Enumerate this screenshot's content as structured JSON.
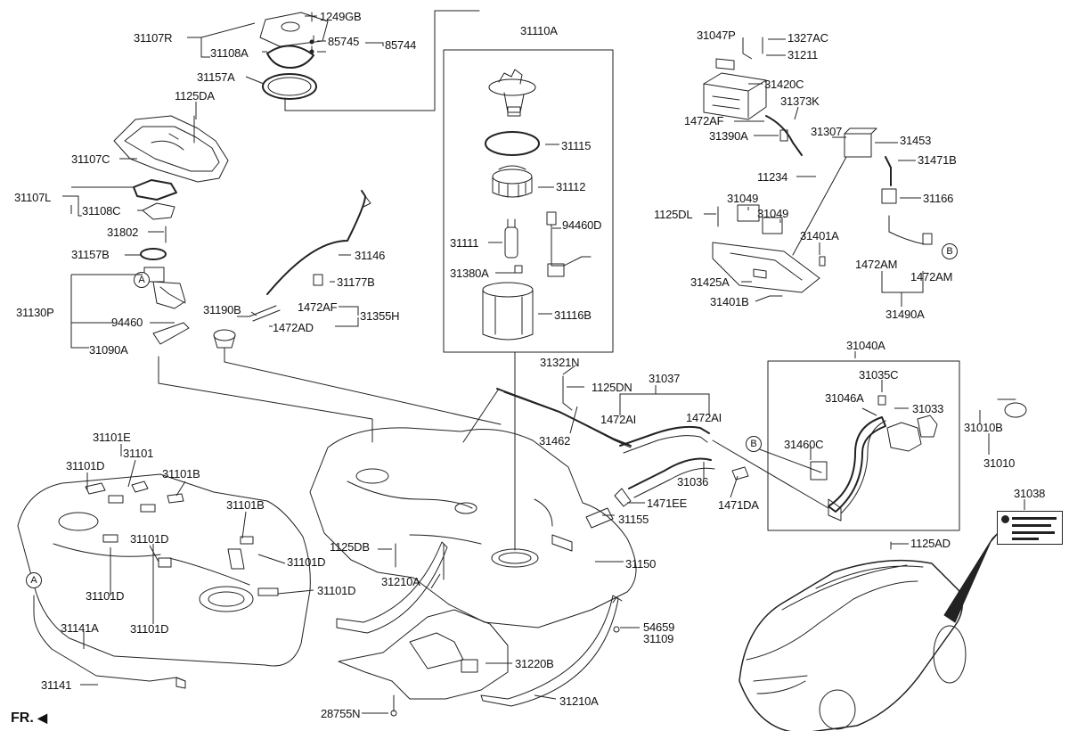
{
  "labels": [
    {
      "id": "1249GB",
      "text": "1249GB"
    },
    {
      "id": "31107R",
      "text": "31107R"
    },
    {
      "id": "31108A_top",
      "text": "31108A"
    },
    {
      "id": "85745",
      "text": "85745"
    },
    {
      "id": "85744",
      "text": "85744"
    },
    {
      "id": "31157A",
      "text": "31157A"
    },
    {
      "id": "1125DA",
      "text": "1125DA"
    },
    {
      "id": "31107C",
      "text": "31107C"
    },
    {
      "id": "31107L",
      "text": "31107L"
    },
    {
      "id": "31108C",
      "text": "31108C"
    },
    {
      "id": "31802",
      "text": "31802"
    },
    {
      "id": "31157B",
      "text": "31157B"
    },
    {
      "id": "31130P",
      "text": "31130P"
    },
    {
      "id": "94460",
      "text": "94460"
    },
    {
      "id": "31090A",
      "text": "31090A"
    },
    {
      "id": "31146",
      "text": "31146"
    },
    {
      "id": "31177B",
      "text": "31177B"
    },
    {
      "id": "31190B",
      "text": "31190B"
    },
    {
      "id": "1472AF_mid",
      "text": "1472AF"
    },
    {
      "id": "31355H",
      "text": "31355H"
    },
    {
      "id": "1472AD",
      "text": "1472AD"
    },
    {
      "id": "31110A",
      "text": "31110A"
    },
    {
      "id": "31115",
      "text": "31115"
    },
    {
      "id": "31112",
      "text": "31112"
    },
    {
      "id": "94460D",
      "text": "94460D"
    },
    {
      "id": "31111",
      "text": "31111"
    },
    {
      "id": "31380A",
      "text": "31380A"
    },
    {
      "id": "31116B",
      "text": "31116B"
    },
    {
      "id": "31047P",
      "text": "31047P"
    },
    {
      "id": "1327AC",
      "text": "1327AC"
    },
    {
      "id": "31211",
      "text": "31211"
    },
    {
      "id": "31420C",
      "text": "31420C"
    },
    {
      "id": "31373K",
      "text": "31373K"
    },
    {
      "id": "1472AF_right",
      "text": "1472AF"
    },
    {
      "id": "31390A",
      "text": "31390A"
    },
    {
      "id": "31307",
      "text": "31307"
    },
    {
      "id": "31453",
      "text": "31453"
    },
    {
      "id": "31471B",
      "text": "31471B"
    },
    {
      "id": "11234",
      "text": "11234"
    },
    {
      "id": "31166",
      "text": "31166"
    },
    {
      "id": "1125DL",
      "text": "1125DL"
    },
    {
      "id": "31049_a",
      "text": "31049"
    },
    {
      "id": "31049_b",
      "text": "31049"
    },
    {
      "id": "31401A",
      "text": "31401A"
    },
    {
      "id": "1472AM_a",
      "text": "1472AM"
    },
    {
      "id": "1472AM_b",
      "text": "1472AM"
    },
    {
      "id": "31425A",
      "text": "31425A"
    },
    {
      "id": "31401B",
      "text": "31401B"
    },
    {
      "id": "31490A",
      "text": "31490A"
    },
    {
      "id": "31040A",
      "text": "31040A"
    },
    {
      "id": "31035C",
      "text": "31035C"
    },
    {
      "id": "31046A",
      "text": "31046A"
    },
    {
      "id": "31033",
      "text": "31033"
    },
    {
      "id": "31460C",
      "text": "31460C"
    },
    {
      "id": "1125AD",
      "text": "1125AD"
    },
    {
      "id": "31010B",
      "text": "31010B"
    },
    {
      "id": "31010",
      "text": "31010"
    },
    {
      "id": "31038",
      "text": "31038"
    },
    {
      "id": "31321N",
      "text": "31321N"
    },
    {
      "id": "1125DN",
      "text": "1125DN"
    },
    {
      "id": "31037",
      "text": "31037"
    },
    {
      "id": "1472AI_a",
      "text": "1472AI"
    },
    {
      "id": "1472AI_b",
      "text": "1472AI"
    },
    {
      "id": "31462",
      "text": "31462"
    },
    {
      "id": "31036",
      "text": "31036"
    },
    {
      "id": "1471EE",
      "text": "1471EE"
    },
    {
      "id": "1471DA",
      "text": "1471DA"
    },
    {
      "id": "31155",
      "text": "31155"
    },
    {
      "id": "31150",
      "text": "31150"
    },
    {
      "id": "1125DB",
      "text": "1125DB"
    },
    {
      "id": "31210A_top",
      "text": "31210A"
    },
    {
      "id": "31220B",
      "text": "31220B"
    },
    {
      "id": "31210A_bottom",
      "text": "31210A"
    },
    {
      "id": "54659",
      "text": "54659"
    },
    {
      "id": "31109",
      "text": "31109"
    },
    {
      "id": "28755N",
      "text": "28755N"
    },
    {
      "id": "31101E",
      "text": "31101E"
    },
    {
      "id": "31101",
      "text": "31101"
    },
    {
      "id": "31101D_a",
      "text": "31101D"
    },
    {
      "id": "31101B_a",
      "text": "31101B"
    },
    {
      "id": "31101B_b",
      "text": "31101B"
    },
    {
      "id": "31101D_b",
      "text": "31101D"
    },
    {
      "id": "31101D_c",
      "text": "31101D"
    },
    {
      "id": "31101D_d",
      "text": "31101D"
    },
    {
      "id": "31101D_e",
      "text": "31101D"
    },
    {
      "id": "31101D_f",
      "text": "31101D"
    },
    {
      "id": "31141A",
      "text": "31141A"
    },
    {
      "id": "31141",
      "text": "31141"
    }
  ],
  "callouts": [
    {
      "id": "A_upper",
      "text": "A"
    },
    {
      "id": "A_lower",
      "text": "A"
    },
    {
      "id": "B_right",
      "text": "B"
    },
    {
      "id": "B_filler",
      "text": "B"
    }
  ],
  "direction": "FR."
}
